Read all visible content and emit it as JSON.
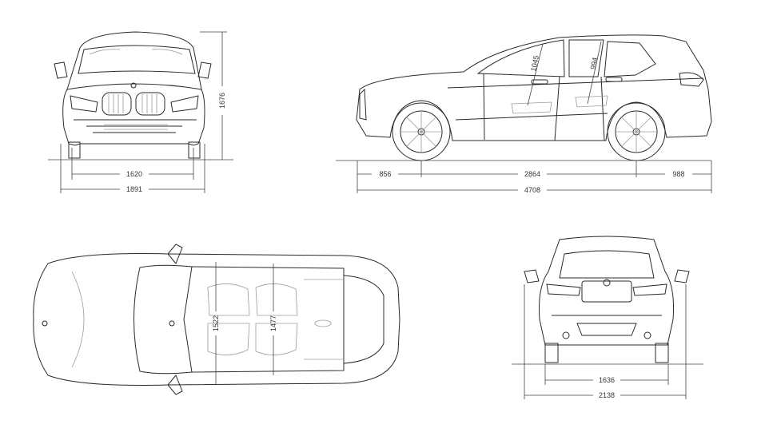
{
  "front_view": {
    "width_track": "1620",
    "width_overall": "1891",
    "height": "1676"
  },
  "side_view": {
    "front_overhang": "856",
    "wheelbase": "2864",
    "rear_overhang": "988",
    "length": "4708",
    "front_headroom": "1045",
    "rear_headroom": "994"
  },
  "top_view": {
    "front_shoulder_width": "1522",
    "rear_shoulder_width": "1477"
  },
  "rear_view": {
    "rear_track": "1636",
    "width_with_mirrors": "2138"
  }
}
